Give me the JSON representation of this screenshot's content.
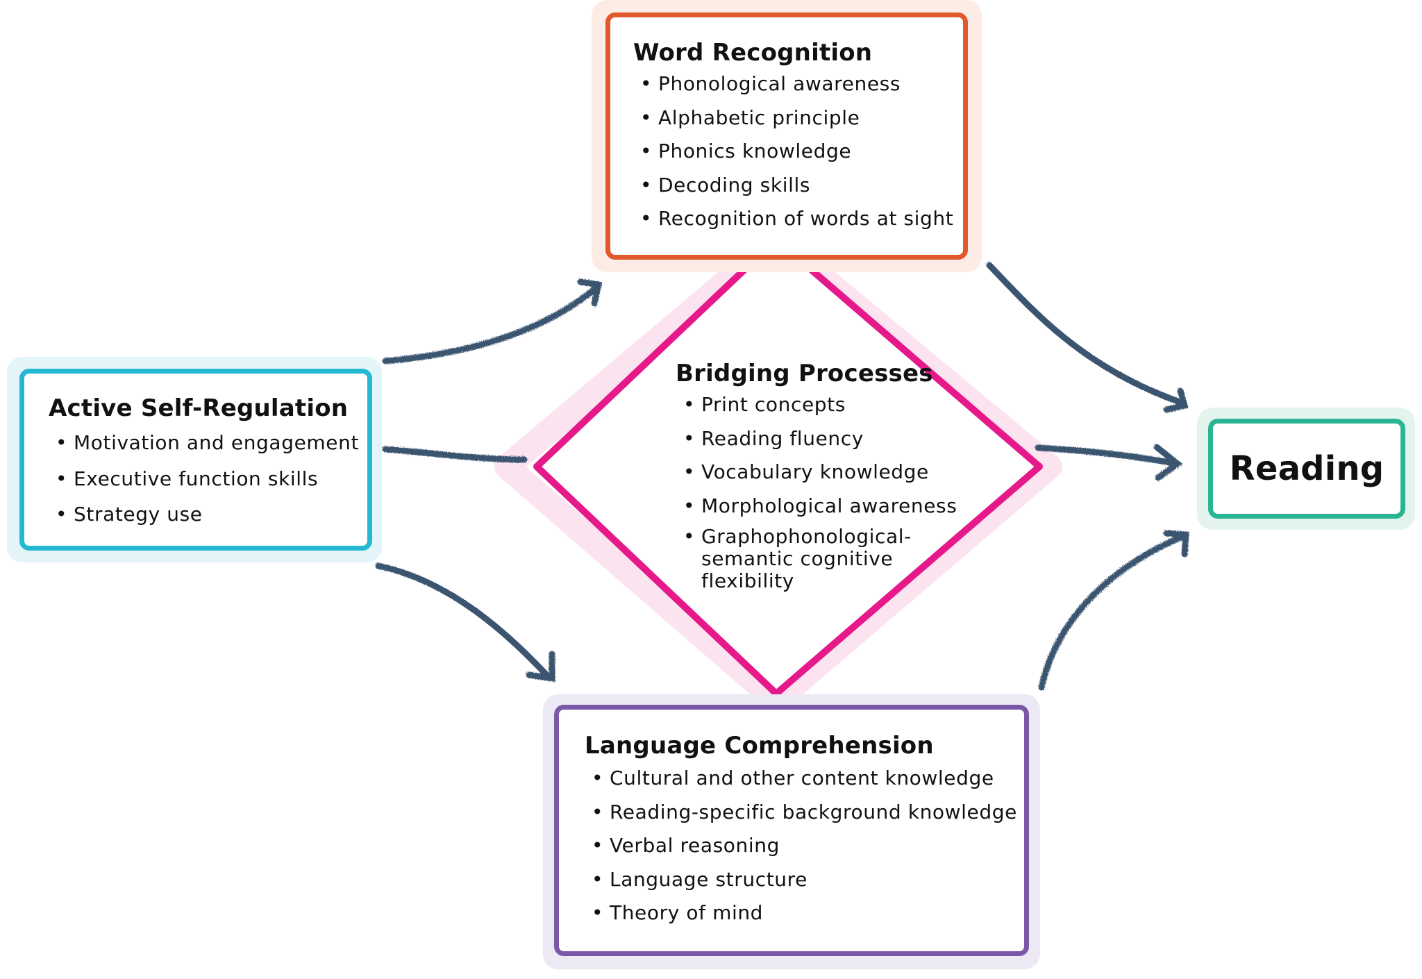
{
  "word_recognition": {
    "title": "Word Recognition",
    "items": [
      "Phonological awareness",
      "Alphabetic principle",
      "Phonics knowledge",
      "Decoding skills",
      "Recognition of words at sight"
    ],
    "color": "#e0582b"
  },
  "active_self_regulation": {
    "title": "Active Self-Regulation",
    "items": [
      "Motivation and engagement",
      "Executive function skills",
      "Strategy use"
    ],
    "color": "#25b8d2"
  },
  "bridging_processes": {
    "title": "Bridging Processes",
    "items": [
      "Print concepts",
      "Reading fluency",
      "Vocabulary knowledge",
      "Morphological awareness",
      "Graphophonological-semantic cognitive flexibility"
    ],
    "color": "#e5198a"
  },
  "language_comprehension": {
    "title": "Language Comprehension",
    "items": [
      "Cultural and other content knowledge",
      "Reading-specific background knowledge",
      "Verbal reasoning",
      "Language structure",
      "Theory of mind"
    ],
    "color": "#7b57a8"
  },
  "reading": {
    "title": "Reading",
    "color": "#2ab592"
  },
  "arrow_color": "#3b5470"
}
